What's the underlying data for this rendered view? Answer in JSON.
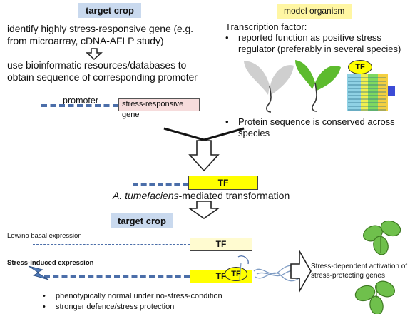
{
  "top_left": {
    "header": "target crop",
    "step1": "identify highly stress-responsive gene (e.g. from microarray, cDNA-AFLP study)",
    "step2": "use bioinformatic resources/databases to obtain sequence of corresponding promoter",
    "promoter_label": "promoter",
    "gene_box": "stress-responsive gene"
  },
  "top_right": {
    "header": "model organism",
    "tf_heading": "Transcription factor:",
    "bullet1": "reported function as positive stress regulator (preferably in several species)",
    "tf_badge": "TF",
    "bullet2": "Protein sequence is conserved across species"
  },
  "middle": {
    "construct_tf": "TF",
    "transformation_species": "A. tumefaciens",
    "transformation_rest": "-mediated transformation"
  },
  "bottom": {
    "header": "target crop",
    "basal_label": "Low/no basal expression",
    "basal_tf": "TF",
    "induced_label": "Stress-induced expression",
    "induced_tf": "TF",
    "tf_badge": "TF",
    "activation_text": "Stress-dependent activation of stress-protecting genes",
    "bullet1": "phenotypically normal under no-stress-condition",
    "bullet2": "stronger defence/stress protection"
  },
  "colors": {
    "header_blue": "#c9d9ee",
    "header_yellow": "#fff6a3",
    "tf_yellow": "#ffff00",
    "gene_pink": "#f6dcdc",
    "promoter_dash": "#4b6ea9",
    "leaf_green": "#5dbb2e",
    "seedling_grey": "#cfcfcf"
  }
}
